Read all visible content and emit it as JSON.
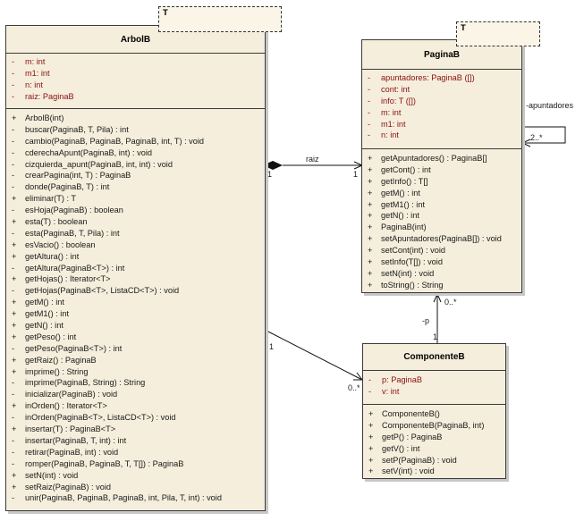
{
  "arbolb": {
    "name": "ArbolB",
    "template": "T",
    "attributes": [
      {
        "vis": "-",
        "text": "m:  int"
      },
      {
        "vis": "-",
        "text": "m1:  int"
      },
      {
        "vis": "-",
        "text": "n:  int"
      },
      {
        "vis": "-",
        "text": "raiz:  PaginaB"
      }
    ],
    "operations": [
      {
        "vis": "+",
        "text": "ArbolB(int)"
      },
      {
        "vis": "-",
        "text": "buscar(PaginaB, T, Pila) : int"
      },
      {
        "vis": "-",
        "text": "cambio(PaginaB, PaginaB, PaginaB, int, T) : void"
      },
      {
        "vis": "-",
        "text": "cderechaApunt(PaginaB, int) : void"
      },
      {
        "vis": "-",
        "text": "cizquierda_apunt(PaginaB, int, int) : void"
      },
      {
        "vis": "-",
        "text": "crearPagina(int, T) : PaginaB"
      },
      {
        "vis": "-",
        "text": "donde(PaginaB, T) : int"
      },
      {
        "vis": "+",
        "text": "eliminar(T) : T"
      },
      {
        "vis": "-",
        "text": "esHoja(PaginaB) : boolean"
      },
      {
        "vis": "+",
        "text": "esta(T) : boolean"
      },
      {
        "vis": "-",
        "text": "esta(PaginaB, T, Pila) : int"
      },
      {
        "vis": "+",
        "text": "esVacio() : boolean"
      },
      {
        "vis": "+",
        "text": "getAltura() : int"
      },
      {
        "vis": "-",
        "text": "getAltura(PaginaB<T>) : int"
      },
      {
        "vis": "+",
        "text": "getHojas() : Iterator<T>"
      },
      {
        "vis": "-",
        "text": "getHojas(PaginaB<T>, ListaCD<T>) : void"
      },
      {
        "vis": "+",
        "text": "getM() : int"
      },
      {
        "vis": "+",
        "text": "getM1() : int"
      },
      {
        "vis": "+",
        "text": "getN() : int"
      },
      {
        "vis": "+",
        "text": "getPeso() : int"
      },
      {
        "vis": "-",
        "text": "getPeso(PaginaB<T>) : int"
      },
      {
        "vis": "+",
        "text": "getRaiz() : PaginaB"
      },
      {
        "vis": "+",
        "text": "imprime() : String"
      },
      {
        "vis": "-",
        "text": "imprime(PaginaB, String) : String"
      },
      {
        "vis": "-",
        "text": "inicializar(PaginaB) : void"
      },
      {
        "vis": "+",
        "text": "inOrden() : Iterator<T>"
      },
      {
        "vis": "-",
        "text": "inOrden(PaginaB<T>, ListaCD<T>) : void"
      },
      {
        "vis": "+",
        "text": "insertar(T) : PaginaB<T>"
      },
      {
        "vis": "-",
        "text": "insertar(PaginaB, T, int) : int"
      },
      {
        "vis": "-",
        "text": "retirar(PaginaB, int) : void"
      },
      {
        "vis": "-",
        "text": "romper(PaginaB, PaginaB, T, T[]) : PaginaB"
      },
      {
        "vis": "+",
        "text": "setN(int) : void"
      },
      {
        "vis": "+",
        "text": "setRaiz(PaginaB) : void"
      },
      {
        "vis": "-",
        "text": "unir(PaginaB, PaginaB, PaginaB, int, Pila, T, int) : void"
      }
    ]
  },
  "paginab": {
    "name": "PaginaB",
    "template": "T",
    "attributes": [
      {
        "vis": "-",
        "text": "apuntadores:  PaginaB ([])"
      },
      {
        "vis": "-",
        "text": "cont:  int"
      },
      {
        "vis": "-",
        "text": "info:  T ([])"
      },
      {
        "vis": "-",
        "text": "m:  int"
      },
      {
        "vis": "-",
        "text": "m1:  int"
      },
      {
        "vis": "-",
        "text": "n:  int"
      }
    ],
    "operations": [
      {
        "vis": "+",
        "text": "getApuntadores() : PaginaB[]"
      },
      {
        "vis": "+",
        "text": "getCont() : int"
      },
      {
        "vis": "+",
        "text": "getInfo() : T[]"
      },
      {
        "vis": "+",
        "text": "getM() : int"
      },
      {
        "vis": "+",
        "text": "getM1() : int"
      },
      {
        "vis": "+",
        "text": "getN() : int"
      },
      {
        "vis": "+",
        "text": "PaginaB(int)"
      },
      {
        "vis": "+",
        "text": "setApuntadores(PaginaB[]) : void"
      },
      {
        "vis": "+",
        "text": "setCont(int) : void"
      },
      {
        "vis": "+",
        "text": "setInfo(T[]) : void"
      },
      {
        "vis": "+",
        "text": "setN(int) : void"
      },
      {
        "vis": "+",
        "text": "toString() : String"
      }
    ]
  },
  "componenteb": {
    "name": "ComponenteB",
    "attributes": [
      {
        "vis": "-",
        "text": "p:  PaginaB"
      },
      {
        "vis": "-",
        "text": "v:  int"
      }
    ],
    "operations": [
      {
        "vis": "+",
        "text": "ComponenteB()"
      },
      {
        "vis": "+",
        "text": "ComponenteB(PaginaB, int)"
      },
      {
        "vis": "+",
        "text": "getP() : PaginaB"
      },
      {
        "vis": "+",
        "text": "getV() : int"
      },
      {
        "vis": "+",
        "text": "setP(PaginaB) : void"
      },
      {
        "vis": "+",
        "text": "setV(int) : void"
      }
    ]
  },
  "relations": {
    "raiz_role": "raiz",
    "raiz_mult_source": "1",
    "raiz_mult_target": "1",
    "self_role": "-apuntadores",
    "self_mult": "2..*",
    "comp_mult_source": "1",
    "comp_mult_target": "0..*",
    "p_role": "-p",
    "p_mult_target": "0..*",
    "p_mult_source": "1"
  },
  "colors": {
    "class_fill": "#f5eedc",
    "attribute_text": "#8a1010",
    "operation_text": "#1a1a1a",
    "border": "#3a3a3a"
  }
}
